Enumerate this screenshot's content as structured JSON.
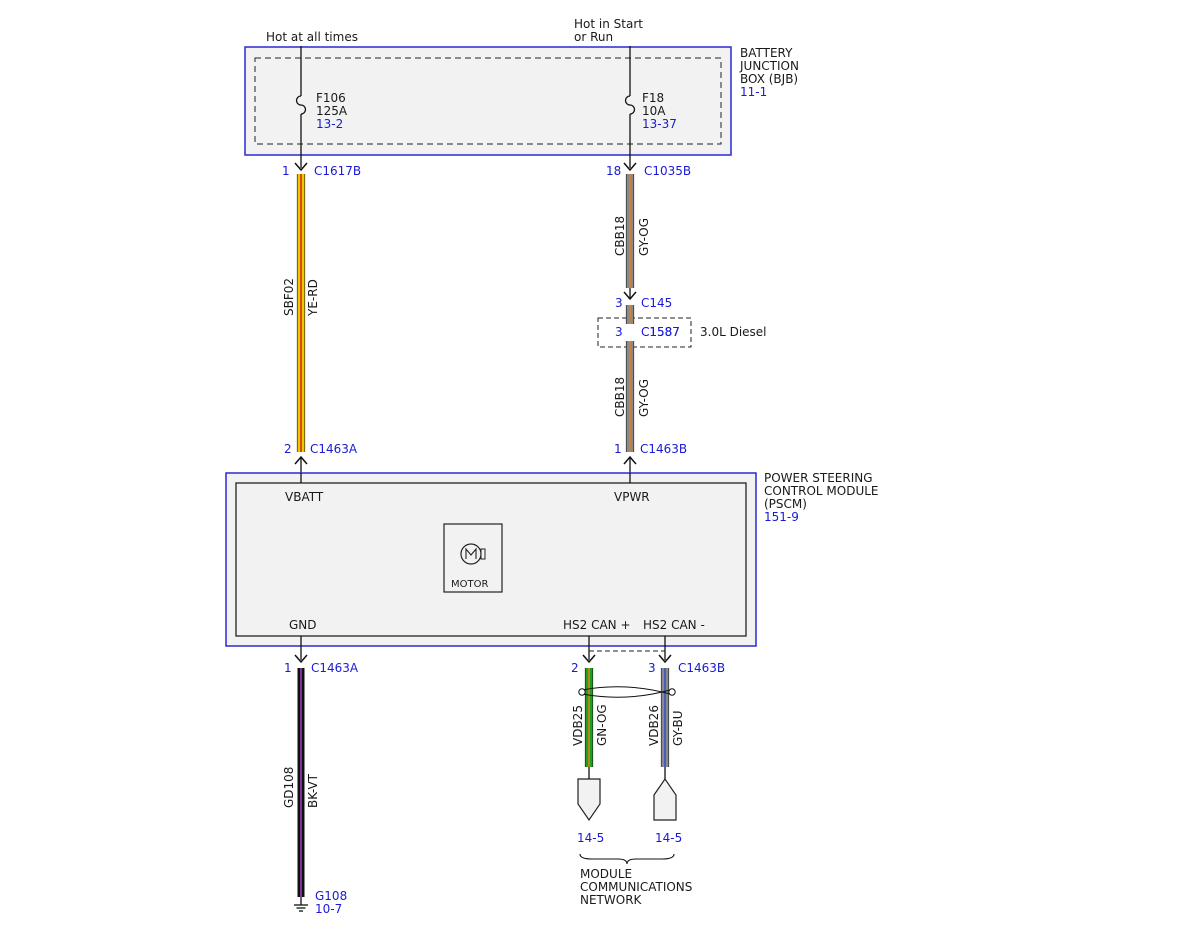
{
  "labels": {
    "hot_at_all_times": "Hot at all times",
    "hot_in_start_1": "Hot in Start",
    "hot_in_start_2": "or Run"
  },
  "bjb": {
    "name_lines": [
      "BATTERY",
      "JUNCTION",
      "BOX (BJB)"
    ],
    "ref": "11-1",
    "fuse_left": {
      "name": "F106",
      "rating": "125A",
      "ref": "13-2"
    },
    "fuse_right": {
      "name": "F18",
      "rating": "10A",
      "ref": "13-37"
    }
  },
  "pscm": {
    "name_lines": [
      "POWER STEERING",
      "CONTROL MODULE",
      "(PSCM)"
    ],
    "ref": "151-9",
    "pins": {
      "vbatt": "VBATT",
      "vpwr": "VPWR",
      "gnd": "GND",
      "hs2p": "HS2 CAN +",
      "hs2n": "HS2 CAN -"
    },
    "motor_label": "MOTOR"
  },
  "connectors": {
    "c1617b": {
      "pin": "1",
      "name": "C1617B"
    },
    "c1035b": {
      "pin": "18",
      "name": "C1035B"
    },
    "c145": {
      "pin": "3",
      "name": "C145"
    },
    "c1587": {
      "pin": "3",
      "name": "C1587",
      "note": "3.0L Diesel"
    },
    "c1463a_top": {
      "pin": "2",
      "name": "C1463A"
    },
    "c1463b_top": {
      "pin": "1",
      "name": "C1463B"
    },
    "c1463a_bot": {
      "pin": "1",
      "name": "C1463A"
    },
    "c1463b_can_p": {
      "pin": "2"
    },
    "c1463b_can_n": {
      "pin": "3",
      "name": "C1463B"
    }
  },
  "wires": {
    "sbf02": {
      "circuit": "SBF02",
      "color": "YE-RD"
    },
    "cbb18_a": {
      "circuit": "CBB18",
      "color": "GY-OG"
    },
    "cbb18_b": {
      "circuit": "CBB18",
      "color": "GY-OG"
    },
    "gd108": {
      "circuit": "GD108",
      "color": "BK-VT"
    },
    "vdb25": {
      "circuit": "VDB25",
      "color": "GN-OG"
    },
    "vdb26": {
      "circuit": "VDB26",
      "color": "GY-BU"
    }
  },
  "ground": {
    "name": "G108",
    "ref": "10-7"
  },
  "network": {
    "ref_left": "14-5",
    "ref_right": "14-5",
    "name_lines": [
      "MODULE",
      "COMMUNICATIONS",
      "NETWORK"
    ]
  },
  "colors": {
    "ref_blue": "#1a1ad6",
    "box_blue": "#2a2ad0",
    "yellow": "#f0c800",
    "red": "#d02020",
    "gray": "#8a8a8a",
    "orange": "#e08020",
    "black": "#111111",
    "violet": "#a040c0",
    "green": "#20a020",
    "blue": "#3050d0"
  }
}
